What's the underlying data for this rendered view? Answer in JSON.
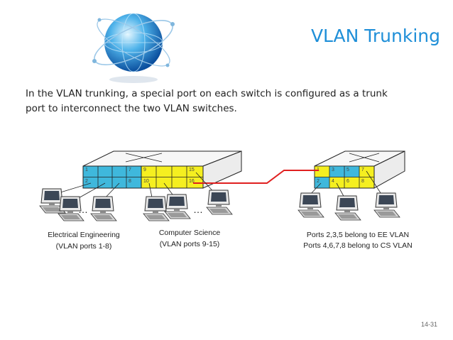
{
  "title": "VLAN Trunking",
  "body": {
    "line1": "In the VLAN trunking, a special port on each switch is configured as a trunk",
    "line2": "port to interconnect the two VLAN switches."
  },
  "switch_left": {
    "ports_top": [
      "1",
      "7",
      "9",
      "15"
    ],
    "ports_bottom": [
      "2",
      "8",
      "10",
      "16"
    ]
  },
  "switch_right": {
    "ports_top": [
      "1",
      "3",
      "5",
      "7"
    ],
    "ports_bottom": [
      "2",
      "4",
      "6",
      "8"
    ]
  },
  "captions": {
    "ee_line1": "Electrical Engineering",
    "ee_line2": "(VLAN ports 1-8)",
    "cs_line1": "Computer Science",
    "cs_line2": "(VLAN ports 9-15)",
    "right_line1": "Ports 2,3,5 belong to EE VLAN",
    "right_line2": "Ports 4,6,7,8 belong to CS VLAN"
  },
  "ellipsis": "…",
  "page_number": "14-31",
  "colors": {
    "title": "#1f8fd8",
    "ee_ports": "#3fb8dc",
    "cs_ports": "#f5ef20",
    "trunk_link": "#e02020"
  },
  "icons": [
    "globe-logo-icon",
    "ethernet-switch-icon",
    "desktop-computer-icon"
  ]
}
